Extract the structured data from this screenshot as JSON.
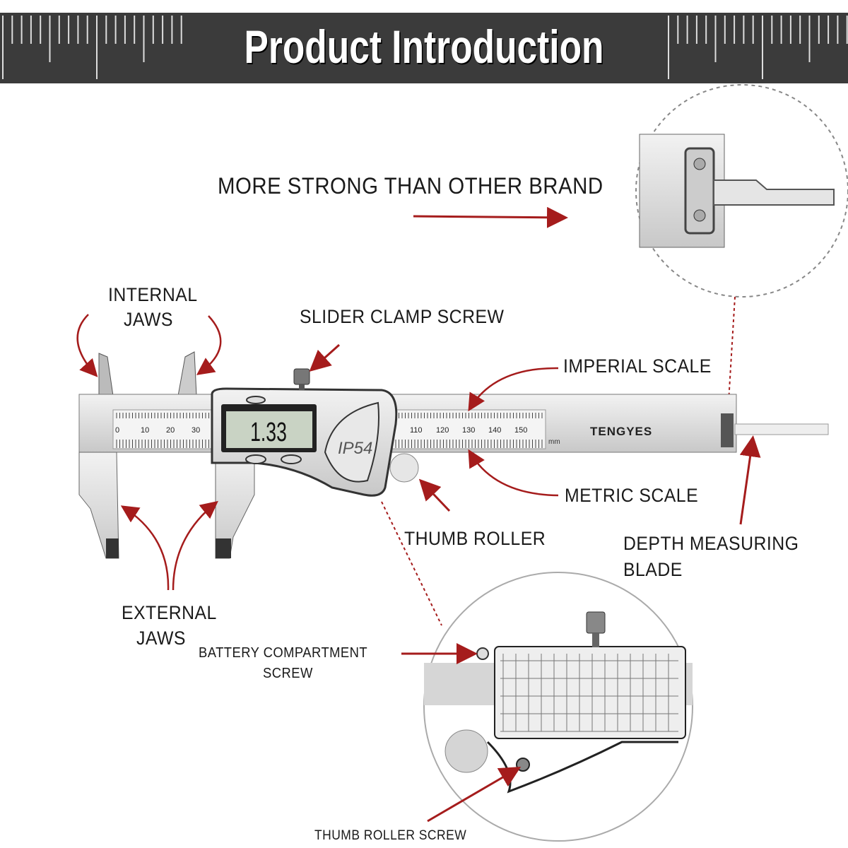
{
  "header": {
    "title": "Product Introduction"
  },
  "callouts": {
    "strong": "MORE STRONG THAN OTHER BRAND",
    "internal_jaws": [
      "INTERNAL",
      "JAWS"
    ],
    "slider_clamp_screw": "SLIDER  CLAMP  SCREW",
    "imperial_scale": "IMPERIAL  SCALE",
    "metric_scale": "METRIC  SCALE",
    "thumb_roller": "THUMB ROLLER",
    "depth_blade": [
      "DEPTH  MEASURING",
      "BLADE"
    ],
    "external_jaws": [
      "EXTERNAL",
      "JAWS"
    ],
    "battery_screw": [
      "BATTERY  COMPARTMENT",
      "SCREW"
    ],
    "thumb_roller_screw": "THUMB ROLLER SCREW"
  },
  "caliper": {
    "display_value": "1.33",
    "rating": "IP54",
    "brand": "TENGYES",
    "unit": "mm",
    "scale_left": [
      "0",
      "10",
      "20",
      "30"
    ],
    "scale_right": [
      "110",
      "120",
      "130",
      "140",
      "150"
    ]
  },
  "colors": {
    "header_bg": "#3b3b3b",
    "arrow": "#a51c1c",
    "steel": "#d9d9d9",
    "lcd": "#c9d3c4"
  }
}
